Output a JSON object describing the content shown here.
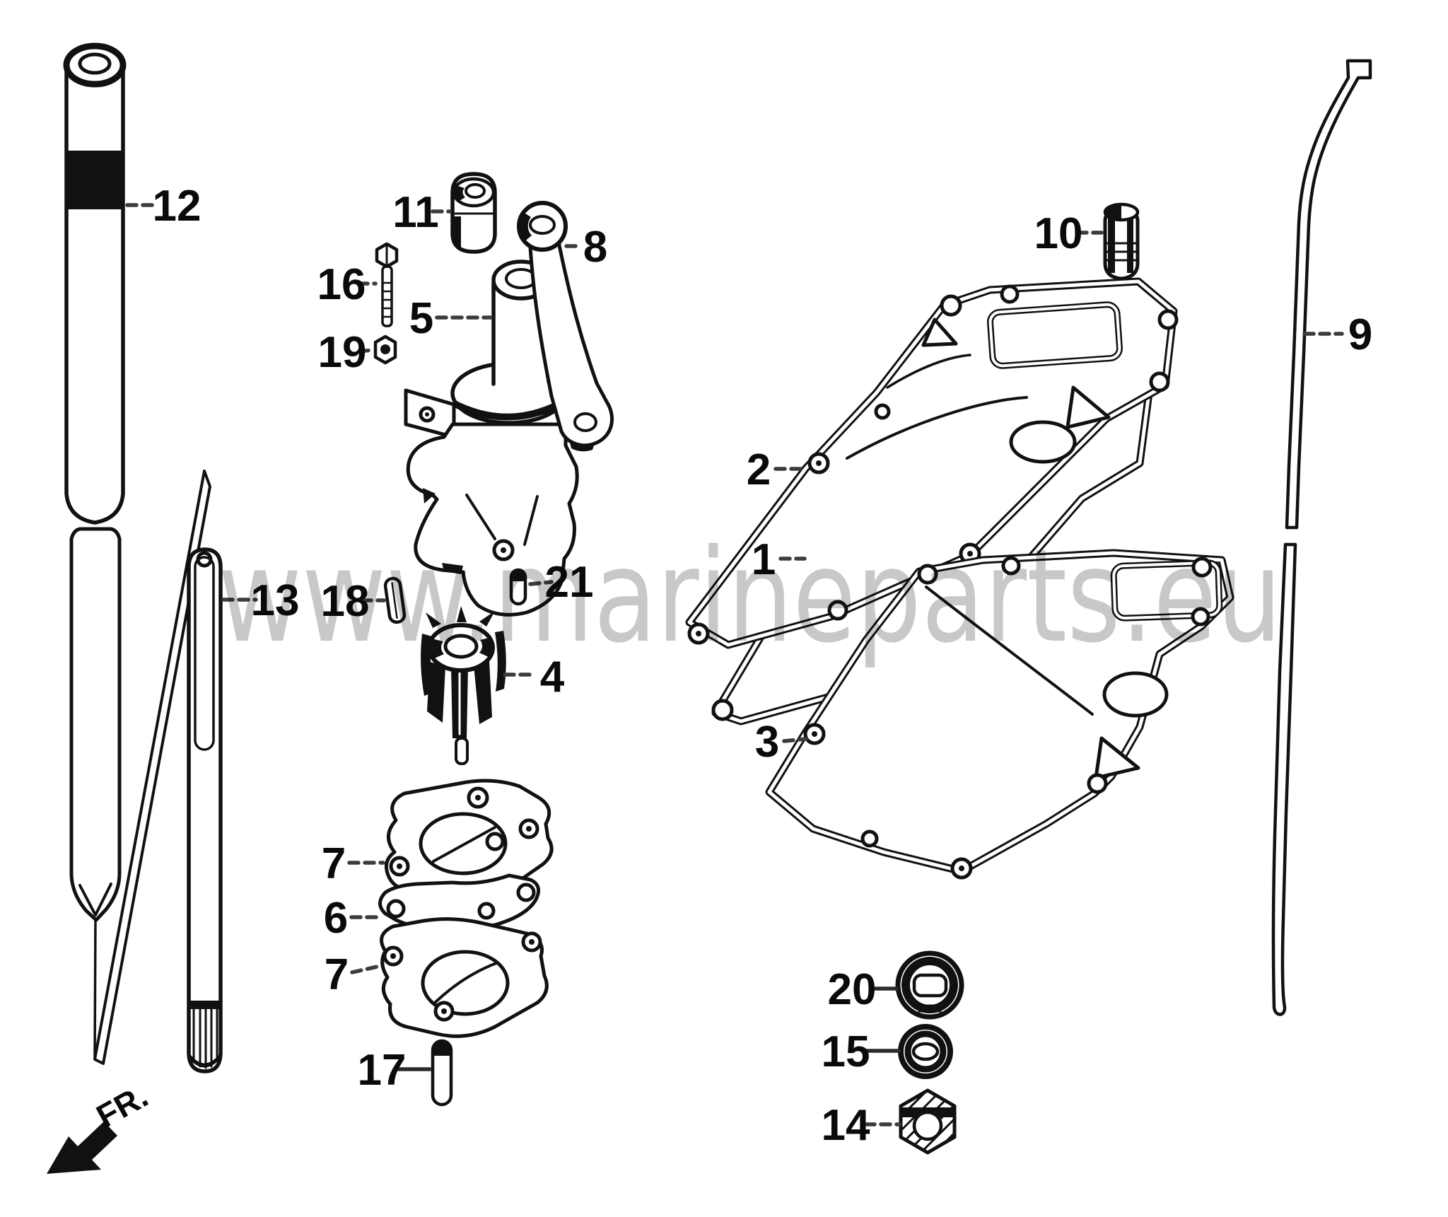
{
  "watermark": {
    "text": "www.marineparts.eu",
    "color": "#c4c4c4"
  },
  "orientation": {
    "label": "FR."
  },
  "diagram": {
    "type": "exploded-parts-diagram",
    "background": "#ffffff",
    "line_color": "#111111",
    "callouts": [
      {
        "label": "1"
      },
      {
        "label": "2"
      },
      {
        "label": "3"
      },
      {
        "label": "4"
      },
      {
        "label": "5"
      },
      {
        "label": "6"
      },
      {
        "label": "7"
      },
      {
        "label": "7"
      },
      {
        "label": "8"
      },
      {
        "label": "9"
      },
      {
        "label": "10"
      },
      {
        "label": "11"
      },
      {
        "label": "12"
      },
      {
        "label": "13"
      },
      {
        "label": "14"
      },
      {
        "label": "15"
      },
      {
        "label": "16"
      },
      {
        "label": "17"
      },
      {
        "label": "18"
      },
      {
        "label": "19"
      },
      {
        "label": "20"
      },
      {
        "label": "21"
      }
    ]
  }
}
